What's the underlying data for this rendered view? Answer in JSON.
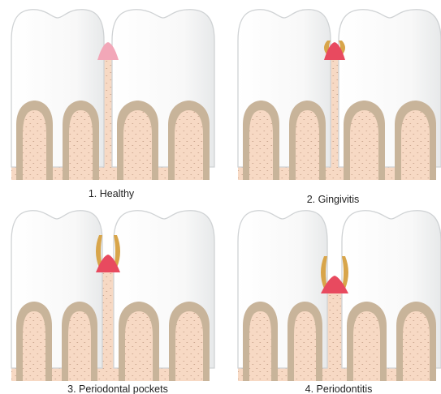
{
  "panels": [
    {
      "caption": "1. Healthy",
      "stage": "healthy"
    },
    {
      "caption": "2. Gingivitis",
      "stage": "gingivitis"
    },
    {
      "caption": "3. Periodontal pockets",
      "stage": "pockets"
    },
    {
      "caption": "4. Periodontitis",
      "stage": "periodontitis"
    }
  ],
  "colors": {
    "background": "#ffffff",
    "tooth_enamel": "#f6f6f6",
    "tooth_outline": "#cfd2d4",
    "root_dentin": "#c8b49a",
    "bone": "#f7d9c4",
    "bone_dots": "#caa58e",
    "gum_healthy": "#f2a7b8",
    "gum_inflamed": "#e84a5f",
    "calculus": "#d8a54a"
  }
}
